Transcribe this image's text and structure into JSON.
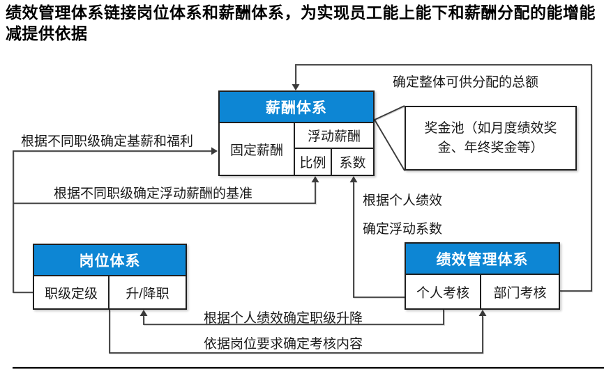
{
  "title": "绩效管理体系链接岗位体系和薪酬体系，为实现员工能上能下和薪酬分配的能增能减提供依据",
  "colors": {
    "header_blue": "#0d86d4",
    "box_border": "#1f1f1f",
    "connector": "#3a3a3a",
    "bottom_bar": "#111111"
  },
  "boxes": {
    "compensation": {
      "header": "薪酬体系",
      "cells": {
        "fixed": "固定薪酬",
        "floating": "浮动薪酬",
        "ratio": "比例",
        "coefficient": "系数"
      }
    },
    "position": {
      "header": "岗位体系",
      "cells": {
        "grading": "职级定级",
        "promotion": "升/降职"
      }
    },
    "performance": {
      "header": "绩效管理体系",
      "cells": {
        "individual": "个人考核",
        "department": "部门考核"
      }
    },
    "bonus_pool": {
      "label": "奖金池（如月度绩效奖金、年终奖金等）"
    }
  },
  "labels": {
    "total_amount": "确定整体可供分配的总额",
    "base_salary": "根据不同职级确定基薪和福利",
    "floating_base": "根据不同职级确定浮动薪酬的基准",
    "personal_perf": "根据个人绩效",
    "floating_coeff": "确定浮动系数",
    "grade_change": "根据个人绩效确定职级升降",
    "assessment_content": "依据岗位要求确定考核内容"
  }
}
